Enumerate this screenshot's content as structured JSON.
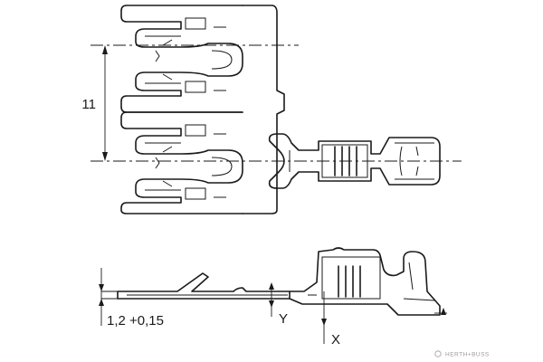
{
  "dimensions": {
    "pitch": "11",
    "thickness": "1,2 +0,15",
    "ref_y": "Y",
    "ref_x": "X"
  },
  "watermark": "HERTH+BUSS"
}
